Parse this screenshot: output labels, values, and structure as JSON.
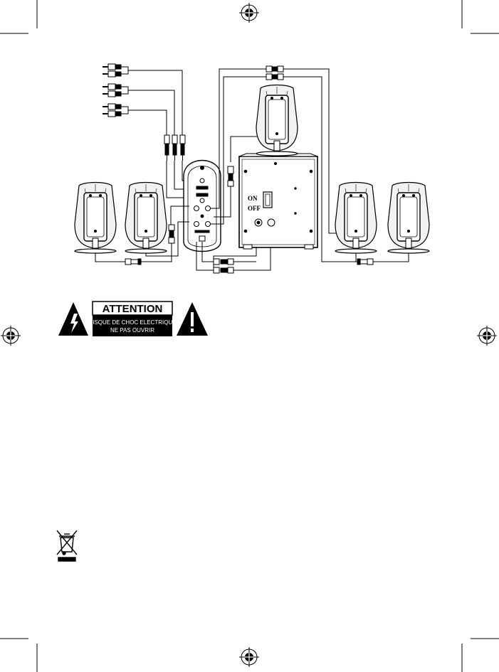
{
  "caution": {
    "title": "ATTENTION",
    "line1": "RISQUE DE CHOC ELECTRIQUE",
    "line2": "NE PAS OUVRIR"
  },
  "switch": {
    "on_label": "ON",
    "off_label": "OFF"
  },
  "icons": {
    "registration_marks": "registration-crosshair-icon",
    "shock_warning": "lightning-warning-icon",
    "general_warning": "exclamation-warning-icon",
    "weee": "crossed-out-bin-icon"
  },
  "colors": {
    "ink": "#000000",
    "paper": "#ffffff",
    "speaker_fill": "#f0f0f0"
  }
}
